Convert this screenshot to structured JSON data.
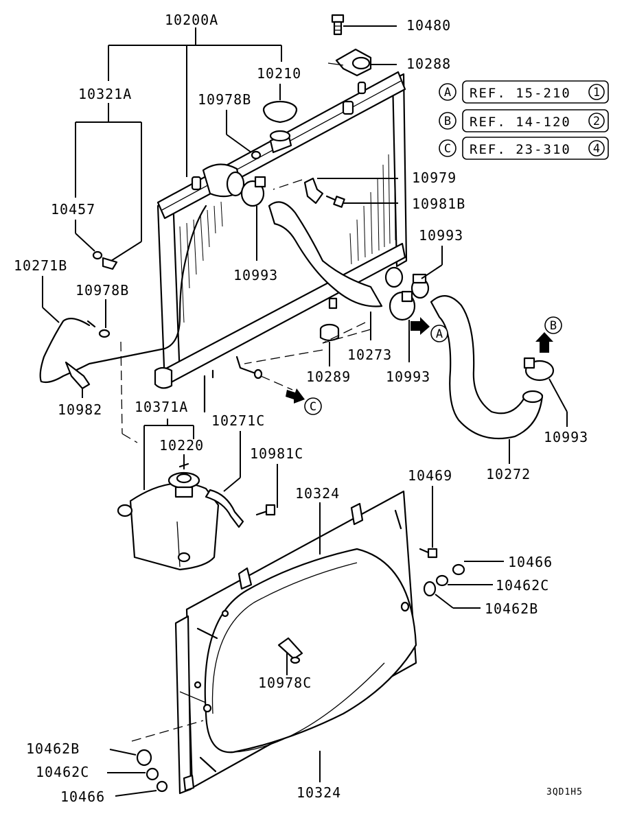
{
  "diagram": {
    "part_labels": {
      "p10200A": "10200A",
      "p10480": "10480",
      "p10288": "10288",
      "p10210": "10210",
      "p10321A": "10321A",
      "p10978B_top": "10978B",
      "p10979": "10979",
      "p10981B": "10981B",
      "p10993_right_top": "10993",
      "p10457": "10457",
      "p10271B": "10271B",
      "p10978B_left": "10978B",
      "p10993_mid": "10993",
      "p10273": "10273",
      "p10993_center": "10993",
      "p10289": "10289",
      "p10993_right": "10993",
      "p10982": "10982",
      "p10371A": "10371A",
      "p10271C": "10271C",
      "p10220": "10220",
      "p10981C": "10981C",
      "p10272": "10272",
      "p10469": "10469",
      "p10324_top": "10324",
      "p10466_right": "10466",
      "p10462C_right": "10462C",
      "p10462B_right": "10462B",
      "p10978C": "10978C",
      "p10462B_left": "10462B",
      "p10462C_left": "10462C",
      "p10466_left": "10466",
      "p10324_bottom": "10324"
    },
    "references": [
      {
        "letter": "A",
        "text": "REF. 15-210",
        "num": "1"
      },
      {
        "letter": "B",
        "text": "REF. 14-120",
        "num": "2"
      },
      {
        "letter": "C",
        "text": "REF. 23-310",
        "num": "4"
      }
    ],
    "arrow_markers": {
      "A": "A",
      "B": "B",
      "C": "C"
    },
    "drawing_code": "3QD1H5"
  }
}
